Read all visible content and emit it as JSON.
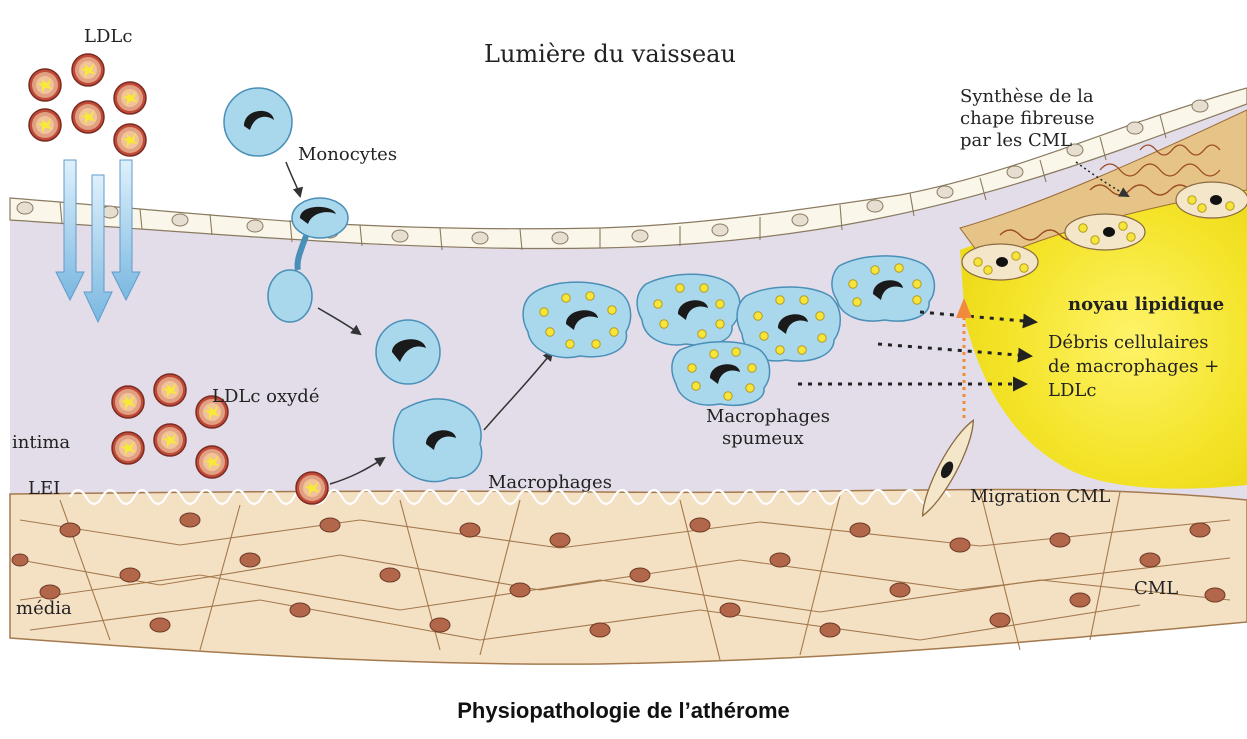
{
  "diagram": {
    "title": "Lumière du vaisseau",
    "caption": "Physiopathologie de l’athérome",
    "labels": {
      "ldlc": "LDLc",
      "monocytes": "Monocytes",
      "ldlc_oxyde": "LDLc oxydé",
      "intima": "intima",
      "lei": "LEI",
      "media": "média",
      "macrophages": "Macrophages",
      "macrophages_spumeux_1": "Macrophages",
      "macrophages_spumeux_2": "spumeux",
      "synthese_1": "Synthèse de la",
      "synthese_2": "chape fibreuse",
      "synthese_3": "par les CML",
      "noyau_lipidique": "noyau lipidique",
      "debris_1": "Débris cellulaires",
      "debris_2": "de macrophages +",
      "debris_3": "LDLc",
      "migration": "Migration CML",
      "cml": "CML"
    },
    "colors": {
      "intima": "#e2dde8",
      "media": "#f4e1c4",
      "lipid_core": "#f4e42a",
      "cell_blue": "#a9d8ec",
      "nucleus": "#1a1a1a",
      "smc_nucleus": "#b3674a",
      "arrow_blue": "#7ab8e0",
      "arrow_orange": "#f08a3c"
    }
  }
}
